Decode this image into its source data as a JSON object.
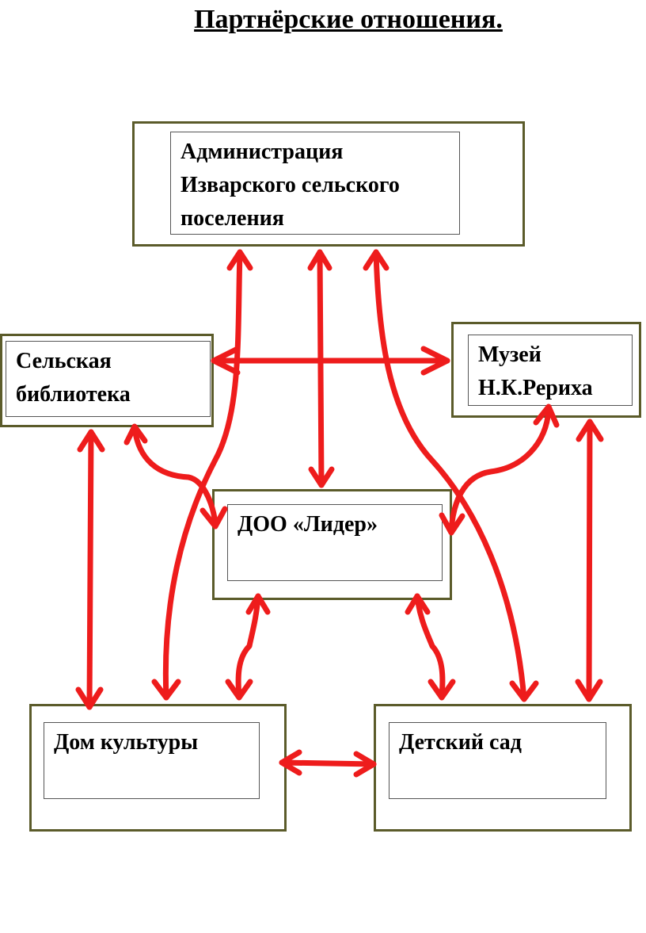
{
  "title": "Партнёрские отношения.",
  "nodes": {
    "administration": "Администрация\nИзварского сельского\nпоселения",
    "library": "Сельская\nбиблиотека",
    "museum": "Музей\nН.К.Рериха",
    "doo": "ДОО «Лидер»",
    "culture_house": "Дом культуры",
    "kindergarten": "Детский сад"
  },
  "colors": {
    "arrow": "#ee1c1c",
    "box_border": "#5b5b2a"
  }
}
